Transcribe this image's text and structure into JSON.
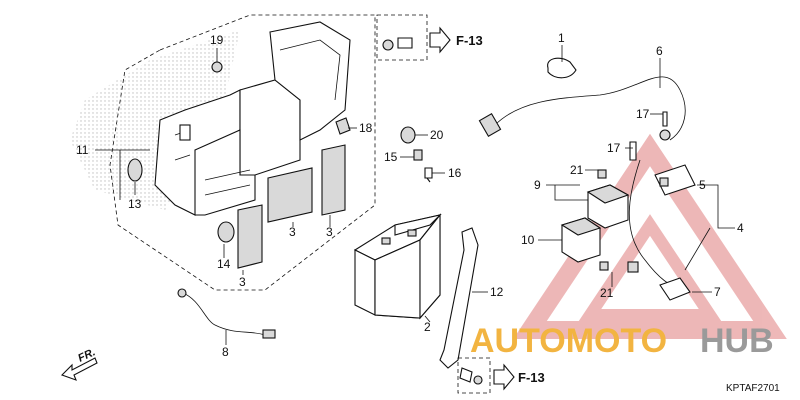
{
  "diagram": {
    "callouts": {
      "n1": "1",
      "n2": "2",
      "n3a": "3",
      "n3b": "3",
      "n3c": "3",
      "n4": "4",
      "n5": "5",
      "n6": "6",
      "n7": "7",
      "n8": "8",
      "n9": "9",
      "n10": "10",
      "n11": "11",
      "n12": "12",
      "n13": "13",
      "n14": "14",
      "n15": "15",
      "n16": "16",
      "n17a": "17",
      "n17b": "17",
      "n18": "18",
      "n19": "19",
      "n20": "20",
      "n21a": "21",
      "n21b": "21"
    },
    "refs": {
      "top": "F-13",
      "bottom": "F-13"
    },
    "direction_label": "FR.",
    "diagram_code": "KPTAF2701"
  },
  "watermark": {
    "text_part1": "AUTOMOTO",
    "text_part2": "HUB",
    "color_part1": "#f2b441",
    "color_part2": "#9a9a9a",
    "triangle_color": "#e04040"
  }
}
